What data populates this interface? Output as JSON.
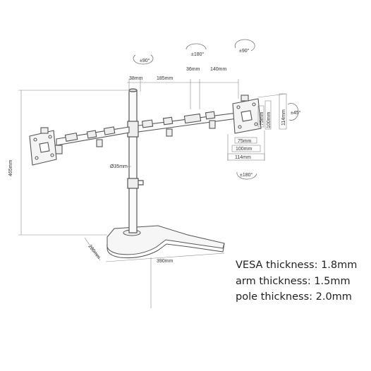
{
  "rotation_labels": {
    "left_tilt": "±90°",
    "middle_swivel": "±180°",
    "right_tilt": "±90°",
    "rotate_45": "±45°",
    "rotate_180": "±180°"
  },
  "arm_dimensions": {
    "d1": "38mm",
    "d2": "185mm",
    "d3": "36mm",
    "d4": "140mm"
  },
  "vesa_dimensions": {
    "v75_vertical": "75mm",
    "v100_vertical": "100mm",
    "v114_vertical": "114mm",
    "v75_horizontal": "75mm",
    "v100_horizontal": "100mm",
    "v114_horizontal": "114mm"
  },
  "stand_dimensions": {
    "height": "465mm",
    "pole_diameter": "Ø35mm",
    "base_depth": "280mm",
    "base_width": "390mm"
  },
  "specs": {
    "vesa_thickness": "VESA thickness: 1.8mm",
    "arm_thickness": "arm thickness: 1.5mm",
    "pole_thickness": "pole thickness: 2.0mm"
  }
}
